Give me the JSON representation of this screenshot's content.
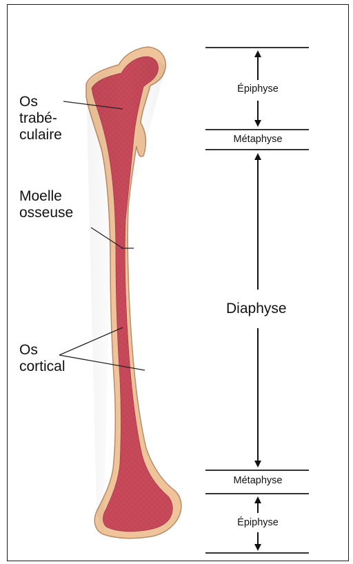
{
  "labels": {
    "trabecular": "Os\ntrabé-\nculaire",
    "marrow": "Moelle\nosseuse",
    "cortical": "Os\ncortical"
  },
  "zones": {
    "epiphyse_top": "Épiphyse",
    "metaphyse_top": "Métaphyse",
    "diaphyse": "Diaphyse",
    "metaphyse_bottom": "Métaphyse",
    "epiphyse_bottom": "Épiphyse"
  },
  "colors": {
    "cortex": "#f0c49b",
    "cortex_outline": "#b98a66",
    "marrow": "#c84a5a",
    "marrow_dark": "#a83a4a",
    "lines": "#222222"
  }
}
